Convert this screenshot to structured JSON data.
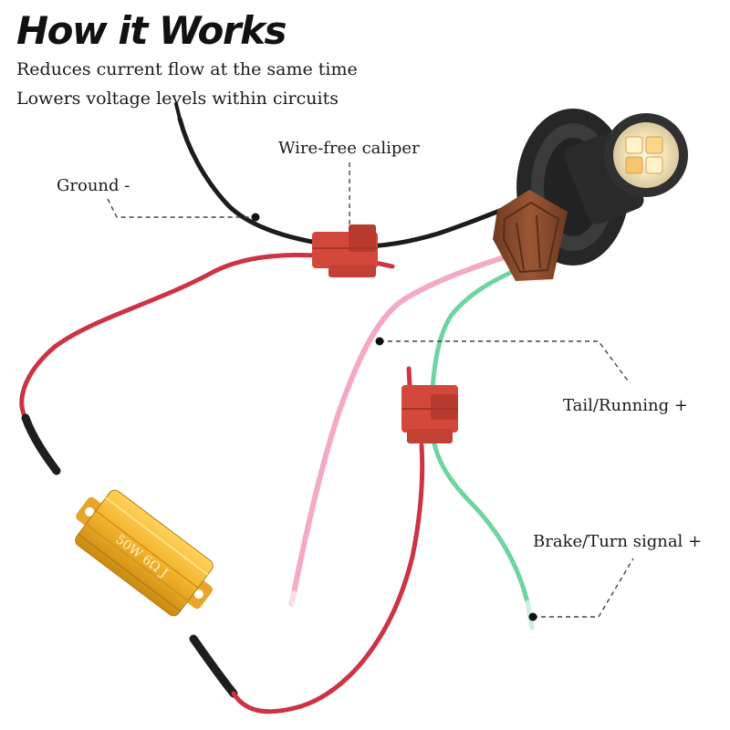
{
  "header": {
    "title": "How it Works",
    "line1": "Reduces current flow at the same time",
    "line2": "Lowers voltage levels within circuits"
  },
  "labels": {
    "ground": "Ground -",
    "caliper": "Wire-free caliper",
    "tail": "Tail/Running +",
    "brake": "Brake/Turn signal +"
  },
  "resistor": {
    "marking": "50W 6Ω J"
  },
  "colors": {
    "ground_wire": "#1c1c1c",
    "resistor_wire": "#cc3344",
    "tail_wire": "#f4a9c4",
    "brake_wire": "#6fd4a2",
    "resistor_body": "#f2b12a",
    "connector": "#d2493c",
    "socket": "#874a2c"
  }
}
